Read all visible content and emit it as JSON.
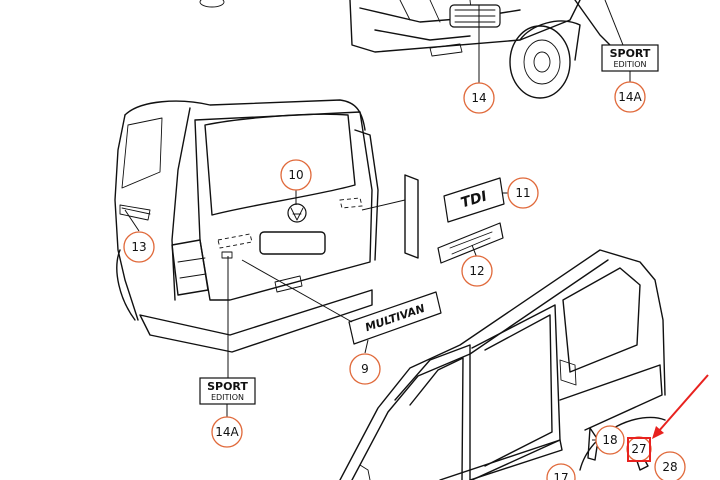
{
  "callouts": {
    "c9": "9",
    "c10": "10",
    "c11": "11",
    "c12": "12",
    "c13": "13",
    "c14": "14",
    "c14a_top": "14A",
    "c14a_bottom": "14A",
    "c17": "17",
    "c18": "18",
    "c27": "27",
    "c28": "28"
  },
  "badges": {
    "sport_top": {
      "line1": "SPORT",
      "line2": "EDITION"
    },
    "sport_bottom": {
      "line1": "SPORT",
      "line2": "EDITION"
    }
  },
  "emblems": {
    "tdi": "TDI",
    "multivan": "MULTIVAN"
  },
  "colors": {
    "callout_ring": "#e0693a",
    "highlight": "#e8221f",
    "ink": "#111111"
  }
}
